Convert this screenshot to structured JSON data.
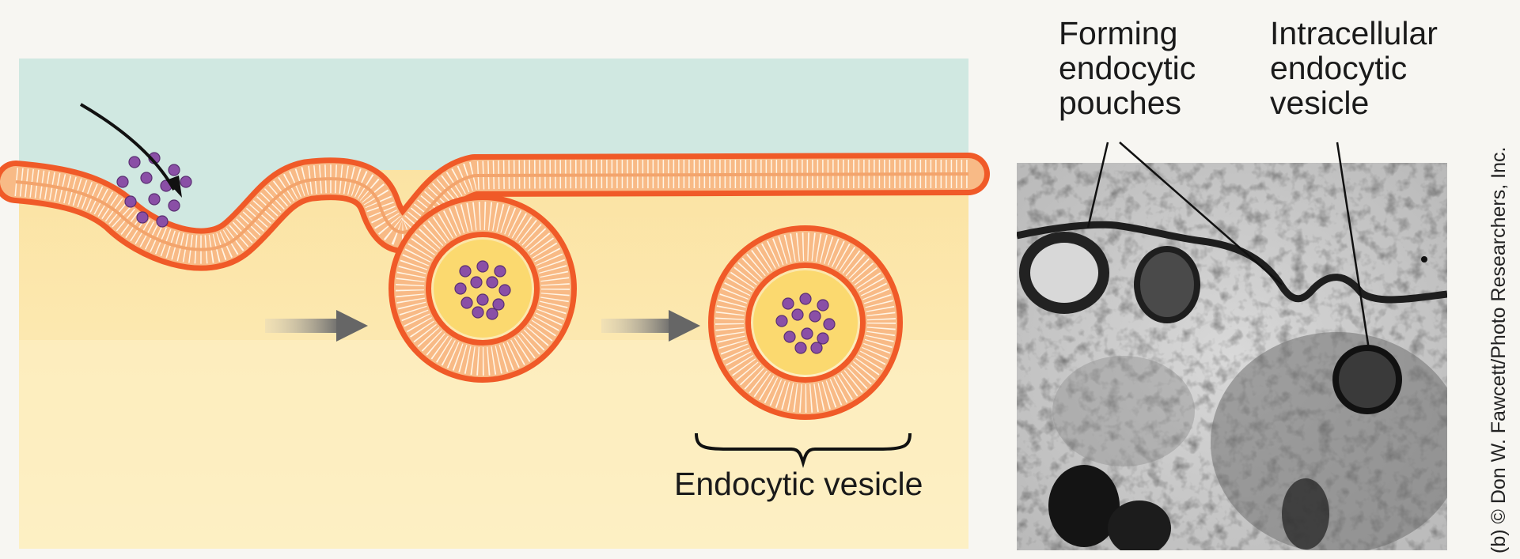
{
  "diagram": {
    "label_vesicle": "Endocytic vesicle"
  },
  "micrograph": {
    "label_forming_lines": [
      "Forming",
      "endocytic",
      "pouches"
    ],
    "label_intracellular_lines": [
      "Intracellular",
      "endocytic",
      "vesicle"
    ],
    "credit": "(b) © Don W. Fawcett/Photo Researchers, Inc."
  },
  "colors": {
    "extracellular": "#cfe8e2",
    "cytoplasm": "#fbe7a8",
    "membrane_head": "#f05a28",
    "membrane_core": "#f8ba86",
    "tail": "#fff5e6",
    "particle": "#8a4fa6",
    "arrow": "#6f6f6f"
  }
}
